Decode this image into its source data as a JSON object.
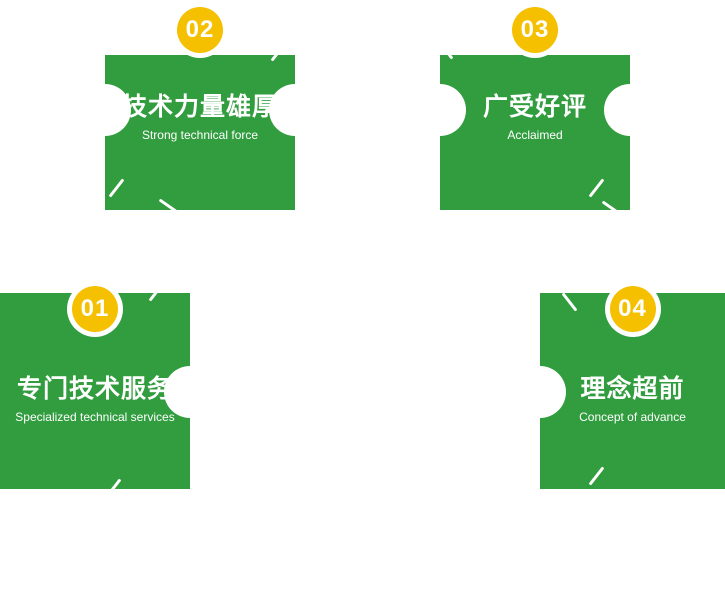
{
  "colors": {
    "card_green": "#319d3f",
    "badge_yellow": "#f5c000",
    "text_white": "#ffffff",
    "page_background": "#ffffff"
  },
  "blocks": [
    {
      "number": "01",
      "title": "专门技术服务",
      "subtitle": "Specialized technical services"
    },
    {
      "number": "02",
      "title": "技术力量雄厚",
      "subtitle": "Strong technical force"
    },
    {
      "number": "03",
      "title": "广受好评",
      "subtitle": "Acclaimed"
    },
    {
      "number": "04",
      "title": "理念超前",
      "subtitle": "Concept of advance"
    }
  ]
}
